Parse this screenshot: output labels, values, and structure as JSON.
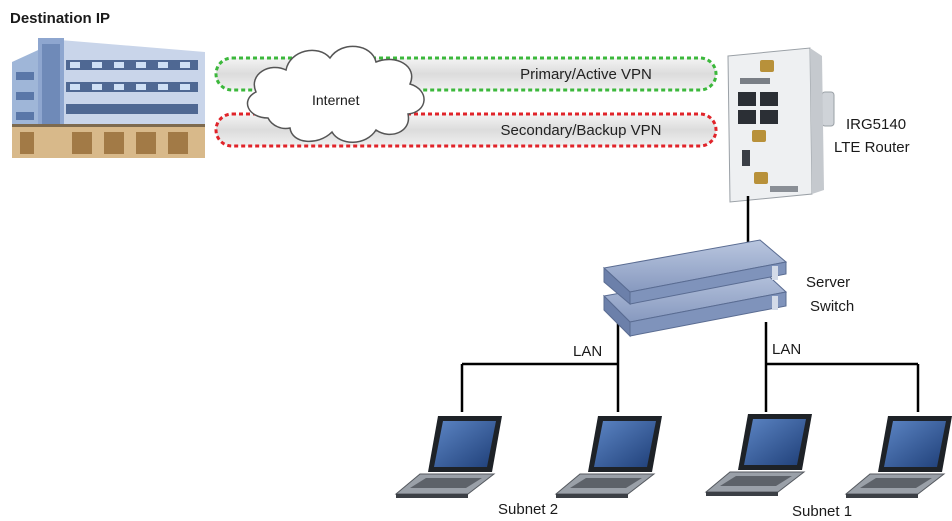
{
  "labels": {
    "destination": "Destination IP",
    "internet": "Internet",
    "primary_vpn": "Primary/Active VPN",
    "secondary_vpn": "Secondary/Backup VPN",
    "router_line1": "IRG5140",
    "router_line2": "LTE Router",
    "switch_line1": "Server",
    "switch_line2": "Switch",
    "lan_left": "LAN",
    "lan_right": "LAN",
    "subnet_left": "Subnet 2",
    "subnet_right": "Subnet 1"
  },
  "colors": {
    "primary_tunnel": "#3cb83c",
    "secondary_tunnel": "#e0242a",
    "tunnel_fill": "#e6e6e6",
    "wire": "#000000",
    "switch_body": "#8fa3c8",
    "laptop_screen": "#2a4f8c"
  },
  "icons": {
    "building": "building-icon",
    "cloud": "cloud-icon",
    "router": "router-icon",
    "switch": "switch-icon",
    "laptop": "laptop-icon"
  }
}
